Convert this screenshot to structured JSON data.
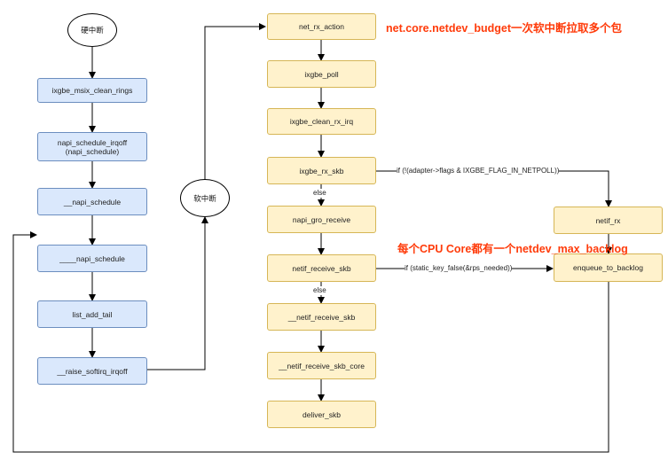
{
  "hard_irq": "硬中断",
  "soft_irq": "软中断",
  "left_chain": {
    "clean_rings": "ixgbe_msix_clean_rings",
    "schedule_irqoff": "napi_schedule_irqoff\n(napi_schedule)",
    "napi_schedule_2": "__napi_schedule",
    "napi_schedule_4": "____napi_schedule",
    "list_add_tail": "list_add_tail",
    "raise_softirq": "__raise_softirq_irqoff"
  },
  "middle_chain": {
    "net_rx_action": "net_rx_action",
    "ixgbe_poll": "ixgbe_poll",
    "clean_rx_irq": "ixgbe_clean_rx_irq",
    "rx_skb": "ixgbe_rx_skb",
    "gro_receive": "napi_gro_receive",
    "netif_receive_skb": "netif_receive_skb",
    "netif_receive_skb_2": "__netif_receive_skb",
    "netif_receive_skb_core": "__netif_receive_skb_core",
    "deliver_skb": "deliver_skb"
  },
  "right_chain": {
    "netif_rx": "netif_rx",
    "enqueue_to_backlog": "enqueue_to_backlog"
  },
  "edge_labels": {
    "else_1": "else",
    "else_2": "else",
    "netpoll_cond": "if (!(adapter->flags & IXGBE_FLAG_IN_NETPOLL))",
    "rps_cond": "if (static_key_false(&rps_needed))"
  },
  "notes": {
    "budget": "net.core.netdev_budget一次软中断拉取多个包",
    "backlog": "每个CPU  Core都有一个netdev_max_backlog"
  },
  "colors": {
    "note": "#ff3b0a",
    "blue_fill": "#dae8fc",
    "blue_stroke": "#6c8ebf",
    "yellow_fill": "#fff2cc",
    "yellow_stroke": "#d6b656"
  }
}
